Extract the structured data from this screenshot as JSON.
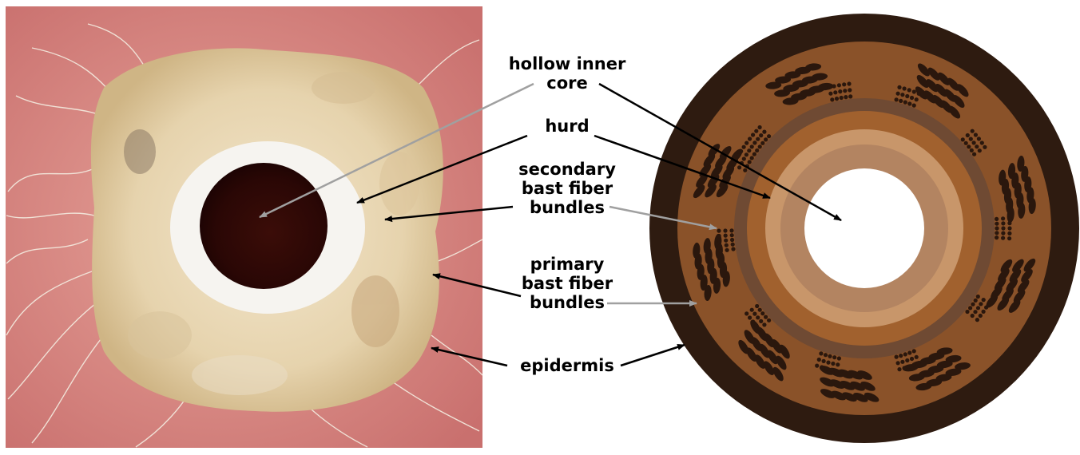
{
  "labels": {
    "hollow_inner_core": [
      "hollow inner",
      "core"
    ],
    "hurd": [
      "hurd"
    ],
    "secondary_bast": [
      "secondary",
      "bast fiber",
      "bundles"
    ],
    "primary_bast": [
      "primary",
      "bast fiber",
      "bundles"
    ],
    "epidermis": [
      "epidermis"
    ]
  },
  "colors": {
    "photo_background": "#d98a86",
    "epidermis": "#2e1b10",
    "cortex": "#8a5229",
    "fiber_dark": "#2a170d",
    "cambium_ring": "#6f4a33",
    "hurd_outer": "#a1612e",
    "hurd_mid": "#c8966a",
    "hurd_inner": "#b38461",
    "core": "#ffffff"
  }
}
